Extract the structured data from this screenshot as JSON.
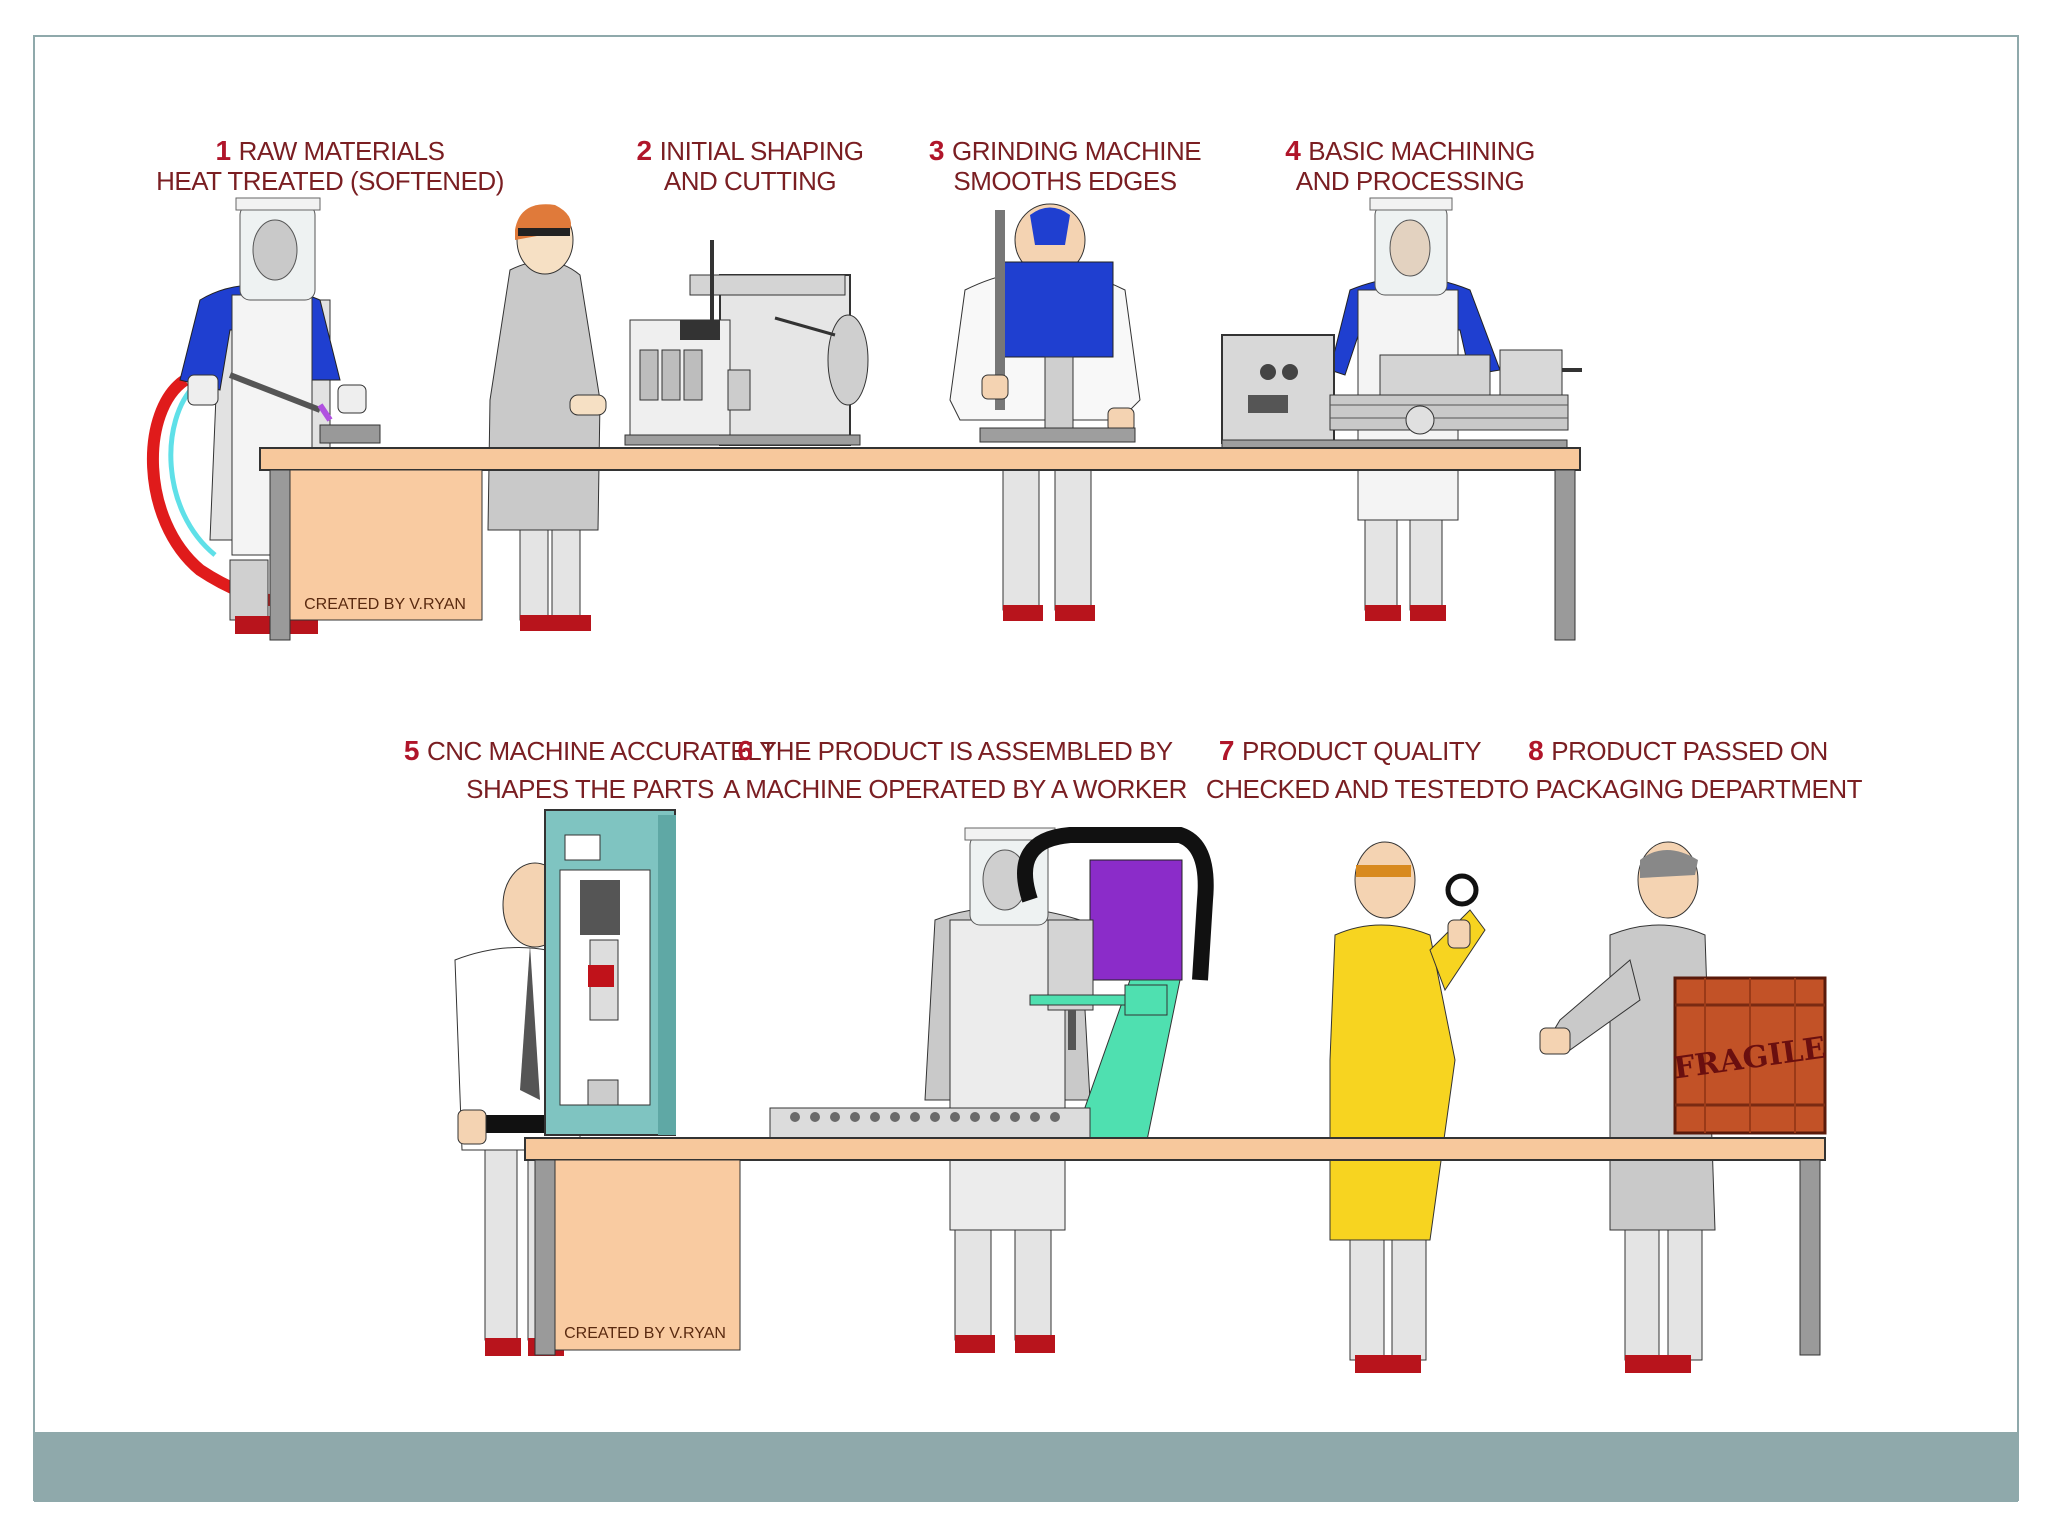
{
  "steps": [
    {
      "num": "1",
      "line1": "RAW MATERIALS",
      "line2": "HEAT TREATED (SOFTENED)"
    },
    {
      "num": "2",
      "line1": "INITIAL SHAPING",
      "line2": "AND CUTTING"
    },
    {
      "num": "3",
      "line1": "GRINDING MACHINE",
      "line2": "SMOOTHS EDGES"
    },
    {
      "num": "4",
      "line1": "BASIC MACHINING",
      "line2": "AND PROCESSING"
    },
    {
      "num": "5",
      "line1": "CNC MACHINE ACCURATELY",
      "line2": "SHAPES THE PARTS"
    },
    {
      "num": "6",
      "line1": "THE PRODUCT IS ASSEMBLED BY",
      "line2": "A MACHINE OPERATED BY A WORKER"
    },
    {
      "num": "7",
      "line1": "PRODUCT QUALITY",
      "line2": "CHECKED AND TESTED"
    },
    {
      "num": "8",
      "line1": "PRODUCT PASSED ON",
      "line2": "TO  PACKAGING DEPARTMENT"
    }
  ],
  "credits": {
    "top": "CREATED BY V.RYAN",
    "bottom": "CREATED BY V.RYAN"
  },
  "crate_text": "FRAGILE",
  "colors": {
    "footer_band": "#8fa9ab",
    "frame": "#8fa9ab",
    "bench_top": "#f7c89c",
    "label_text": "#7a1e22",
    "number_text": "#b0152a"
  }
}
